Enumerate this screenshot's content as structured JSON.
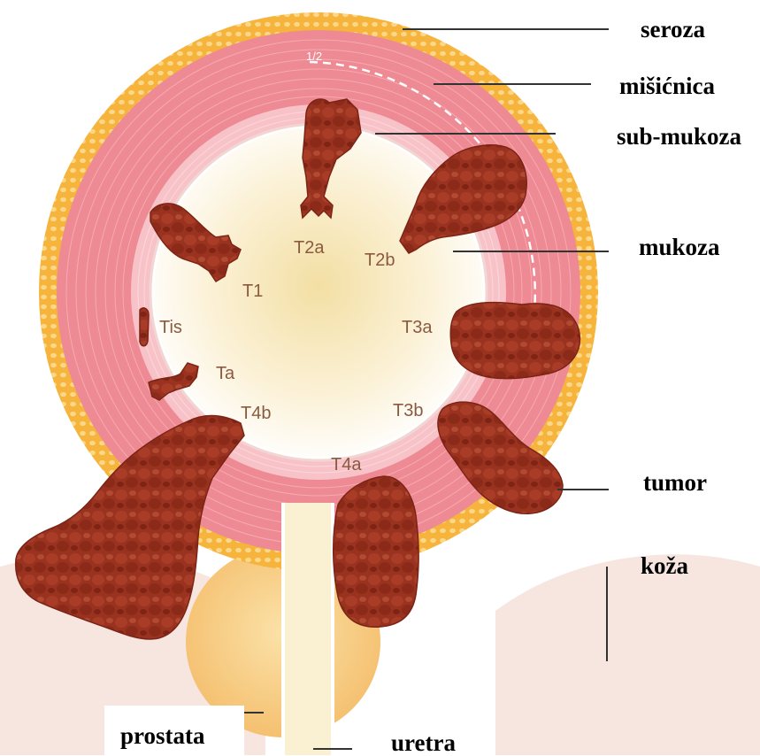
{
  "labels": {
    "seroza": "seroza",
    "misicnica": "mišićnica",
    "submukoza": "sub-mukoza",
    "mukoza": "mukoza",
    "tumor": "tumor",
    "koza": "koža",
    "prostata": "prostata",
    "uretra": "uretra"
  },
  "stages": {
    "tis": "Tis",
    "ta": "Ta",
    "t1": "T1",
    "t2a": "T2a",
    "t2b": "T2b",
    "t3a": "T3a",
    "t3b": "T3b",
    "t4a": "T4a",
    "t4b": "T4b"
  },
  "half_mark": "1/2",
  "colors": {
    "serosa": "#f5b84a",
    "muscle": "#ef8c95",
    "submucosa": "#f9c7cb",
    "lumen": "#fbf3da",
    "tumor": "#9e3422",
    "prostate": "#f7c97a",
    "skin": "#f6e6df"
  }
}
